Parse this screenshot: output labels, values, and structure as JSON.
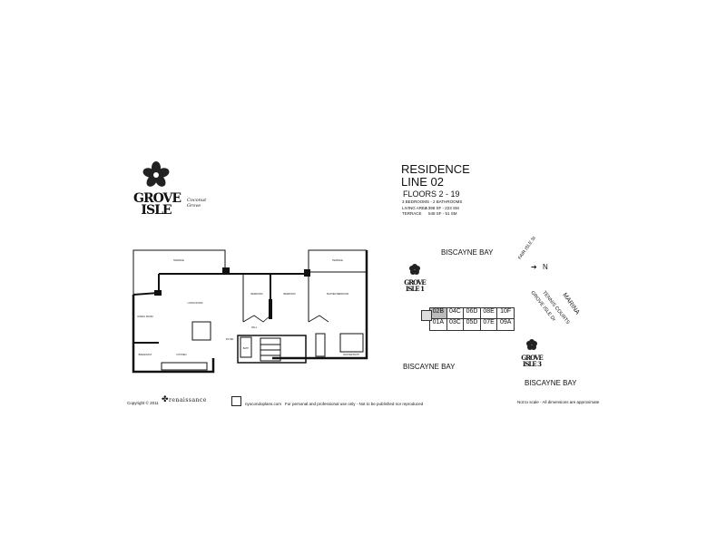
{
  "logo": {
    "text_line1": "GROVE",
    "text_line2": "ISLE",
    "script": "Coconut Grove"
  },
  "header": {
    "residence": "RESIDENCE",
    "line": "LINE 02",
    "floors": "FLOORS 2 - 19",
    "beds_baths": "3 BEDROOMS - 2 BATHROOMS",
    "living_area_label": "LIVING AREA",
    "living_area_value": "2 398 SF - 223 SM",
    "terrace_label": "TERRACE",
    "terrace_value": "548 SF - 51 SM"
  },
  "floorplan": {
    "rooms": [
      "TERRACE",
      "LIVING ROOM",
      "DINING ROOM",
      "KITCHEN",
      "BREAKFAST",
      "BEDROOM",
      "BEDROOM",
      "MASTER BEDROOM",
      "TERRACE",
      "FOYER",
      "HALL",
      "BATH",
      "MASTER BATH"
    ]
  },
  "site": {
    "bay_top": "BISCAYNE BAY",
    "bay_left": "BISCAYNE BAY",
    "bay_right": "BISCAYNE BAY",
    "street": "FAIR ISLE St",
    "north": "N",
    "marina": "MARINA",
    "tennis": "TENNIS COURTS",
    "drive": "GROVE ISLE Dr",
    "tower1": "1",
    "tower3": "3",
    "units_top": [
      "02B",
      "04C",
      "06D",
      "08E",
      "10F"
    ],
    "units_bottom": [
      "01A",
      "03C",
      "05D",
      "07E",
      "09A"
    ]
  },
  "footer": {
    "copyright": "Copyright © 2011",
    "developer": "renaissance",
    "website": "nyocondoplans.com",
    "disclaimer": "For personal and professional use only - Not to be published nor reproduced",
    "scale_note": "Not to scale - All dimensions are approximate"
  }
}
